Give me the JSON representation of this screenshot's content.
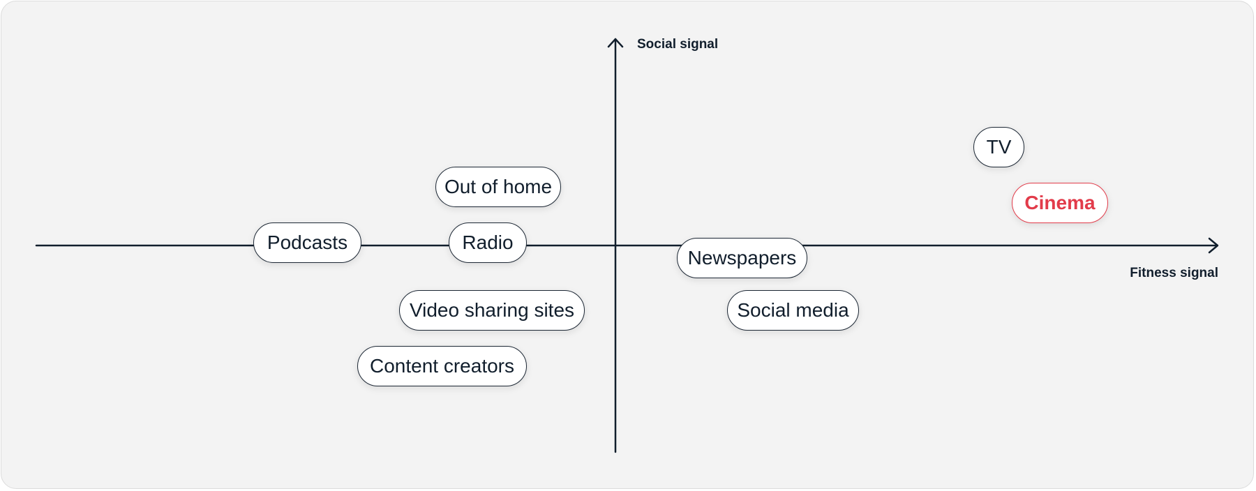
{
  "axes": {
    "y_label": "Social signal",
    "x_label": "Fitness signal",
    "color": "#111e2c"
  },
  "items": [
    {
      "key": "tv",
      "label": "TV",
      "highlight": false
    },
    {
      "key": "cinema",
      "label": "Cinema",
      "highlight": true
    },
    {
      "key": "out-of-home",
      "label": "Out of home",
      "highlight": false
    },
    {
      "key": "podcasts",
      "label": "Podcasts",
      "highlight": false
    },
    {
      "key": "radio",
      "label": "Radio",
      "highlight": false
    },
    {
      "key": "newspapers",
      "label": "Newspapers",
      "highlight": false
    },
    {
      "key": "video-sharing-sites",
      "label": "Video sharing sites",
      "highlight": false
    },
    {
      "key": "social-media",
      "label": "Social media",
      "highlight": false
    },
    {
      "key": "content-creators",
      "label": "Content creators",
      "highlight": false
    }
  ],
  "colors": {
    "panel_background": "#f3f3f3",
    "pill_border": "#1b2633",
    "highlight": "#e23b4a"
  }
}
